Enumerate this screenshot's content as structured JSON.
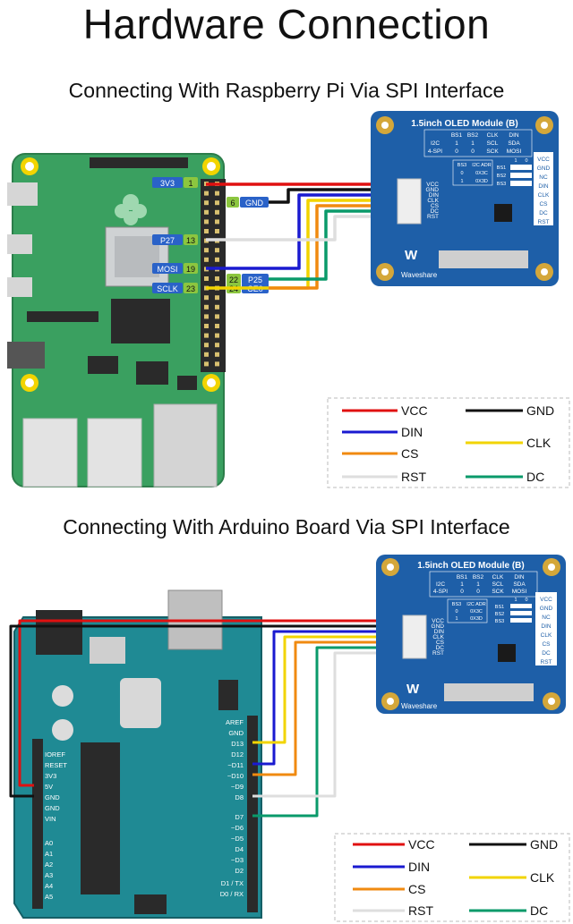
{
  "title": "Hardware Connection",
  "colors": {
    "VCC": "#e01010",
    "GND": "#111111",
    "DIN": "#1a1ad0",
    "CLK": "#f2d400",
    "CS": "#f08a10",
    "DC": "#0a9a6a",
    "RST": "#dedede",
    "pcb_rpi": "#3aa060",
    "pcb_arduino": "#1f8a94",
    "oled_board": "#1e5fa8"
  },
  "sections": {
    "rpi": {
      "subtitle": "Connecting With Raspberry Pi Via SPI Interface",
      "pin_labels": [
        "3V3",
        "1",
        "6",
        "GND",
        "P27",
        "13",
        "MOSI",
        "19",
        "22",
        "P25",
        "SCLK",
        "23",
        "24",
        "CE0"
      ]
    },
    "arduino": {
      "subtitle": "Connecting With Arduino Board Via SPI Interface",
      "pin_labels_right": [
        "AREF",
        "GND",
        "D13",
        "D12",
        "~D11",
        "~D10",
        "~D9",
        "D8",
        "D7",
        "~D6",
        "~D5",
        "D4",
        "~D3",
        "D2",
        "D1 / TX",
        "D0 / RX"
      ],
      "pin_labels_left": [
        "IOREF",
        "RESET",
        "3V3",
        "5V",
        "GND",
        "GND",
        "VIN",
        "A0",
        "A1",
        "A2",
        "A3",
        "A4",
        "A5"
      ]
    }
  },
  "oled": {
    "title": "1.5inch OLED Module (B)",
    "table1_rows": [
      [
        "",
        "BS1",
        "BS2",
        "CLK",
        "DIN"
      ],
      [
        "I2C",
        "1",
        "1",
        "SCL",
        "SDA"
      ],
      [
        "4-SPI",
        "0",
        "0",
        "SCK",
        "MOSI"
      ]
    ],
    "table2_rows": [
      [
        "BS3",
        "I2C ADR"
      ],
      [
        "0",
        "0X3C"
      ],
      [
        "1",
        "0X3D"
      ]
    ],
    "bs_labels": [
      "1",
      "0",
      "BS1",
      "BS2",
      "BS3"
    ],
    "pins_left": [
      "VCC",
      "GND",
      "DIN",
      "CLK",
      "CS",
      "DC",
      "RST"
    ],
    "pins_right": [
      "VCC",
      "GND",
      "NC",
      "DIN",
      "CLK",
      "CS",
      "DC",
      "RST"
    ],
    "brand": "Waveshare"
  },
  "legend": {
    "items": [
      {
        "label": "VCC",
        "color": "#e01010"
      },
      {
        "label": "GND",
        "color": "#111111"
      },
      {
        "label": "DIN",
        "color": "#1a1ad0"
      },
      {
        "label": "CLK",
        "color": "#f2d400"
      },
      {
        "label": "CS",
        "color": "#f08a10"
      },
      {
        "label": "DC",
        "color": "#0a9a6a"
      },
      {
        "label": "RST",
        "color": "#dedede"
      }
    ]
  }
}
